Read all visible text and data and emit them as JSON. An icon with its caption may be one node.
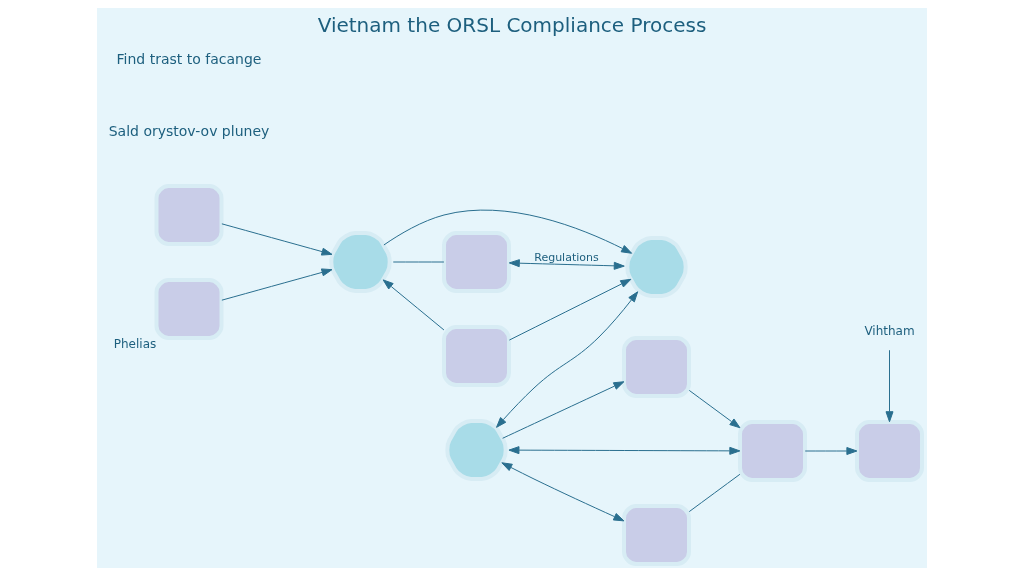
{
  "diagram": {
    "title": "Vietnam the ORSL Compliance Process",
    "nodes": [
      {
        "text": [],
        "shape": "box"
      },
      {
        "text": [],
        "shape": "box",
        "beside": [
          "Phelias"
        ]
      },
      {
        "text": [],
        "shape": "hexagon"
      },
      {
        "text": [],
        "shape": "box"
      },
      {
        "text": [],
        "shape": "hexagon"
      },
      {
        "text": [],
        "shape": "box"
      },
      {
        "text": [],
        "shape": "hexagon"
      },
      {
        "text": [],
        "shape": "box"
      },
      {
        "text": [],
        "shape": "box"
      },
      {
        "text": [],
        "shape": "box"
      },
      {
        "text": [],
        "shape": "box"
      },
      {
        "text": [
          "Vihtham"
        ]
      }
    ],
    "edges": [
      {
        "from": 0,
        "to": 2,
        "arrow": "to"
      },
      {
        "from": 1,
        "to": 2,
        "arrow": "to"
      },
      {
        "from": 3,
        "to": 2,
        "arrow": "to"
      },
      {
        "from": 3,
        "to": 4,
        "arrow": "to"
      },
      {
        "from": 2,
        "to": 4,
        "arrow": "to"
      },
      {
        "from": 2,
        "to": 5,
        "arrow": "none"
      },
      {
        "from": 5,
        "to": 4,
        "arrow": "both",
        "label": "Regulations"
      },
      {
        "from": 6,
        "to": 4,
        "arrow": "both"
      },
      {
        "from": 6,
        "to": 7,
        "arrow": "to"
      },
      {
        "from": 7,
        "to": 8,
        "arrow": "to"
      },
      {
        "from": 6,
        "to": 8,
        "arrow": "both"
      },
      {
        "from": 9,
        "to": 6,
        "arrow": "both"
      },
      {
        "from": 9,
        "to": 8,
        "arrow": "none"
      },
      {
        "from": 8,
        "to": 10,
        "arrow": "to"
      },
      {
        "from": 11,
        "to": 10,
        "arrow": "to"
      }
    ],
    "labels": [
      "Sald orystov-ov pluney",
      "Find trast to facange"
    ]
  }
}
